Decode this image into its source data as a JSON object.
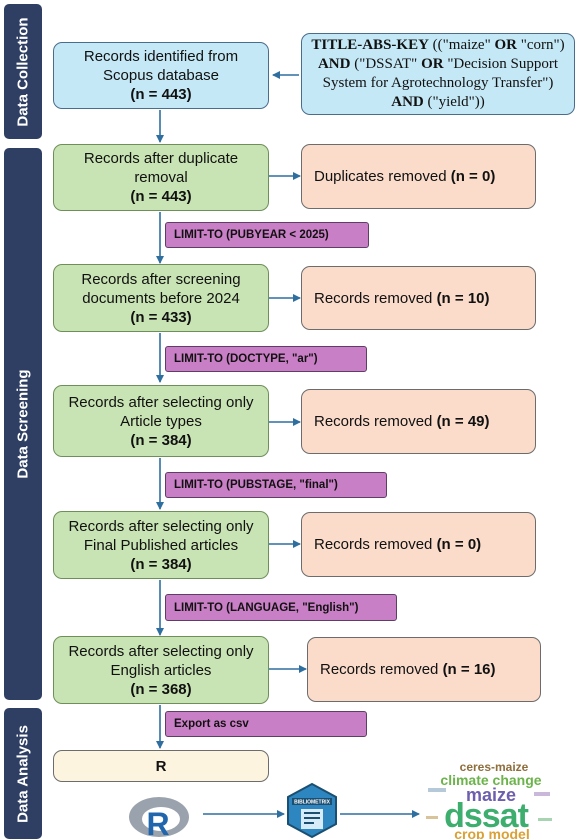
{
  "phases": {
    "collection": "Data Collection",
    "screening": "Data Screening",
    "analysis": "Data Analysis"
  },
  "identified": {
    "line1": "Records identified from",
    "line2": "Scopus database",
    "count": "(n = 443)"
  },
  "query": {
    "l1a": "TITLE-ABS-KEY",
    "l1b": " ((\"maize\" ",
    "l1c": "OR",
    "l1d": " \"corn\")",
    "l2a": "AND",
    "l2b": " (\"DSSAT\" ",
    "l2c": "OR",
    "l2d": " \"Decision Support",
    "l3": "System for Agrotechnology Transfer\")",
    "l4a": "AND",
    "l4b": " (\"yield\"))"
  },
  "steps": [
    {
      "line1": "Records after duplicate",
      "line2": "removal",
      "count": "(n = 443)",
      "removed_label": "Duplicates removed ",
      "removed_count": "(n = 0)",
      "filter": "LIMIT-TO (PUBYEAR < 2025)"
    },
    {
      "line1": "Records after screening",
      "line2": "documents before 2024",
      "count": "(n = 433)",
      "removed_label": "Records removed ",
      "removed_count": "(n = 10)",
      "filter": "LIMIT-TO (DOCTYPE, \"ar\")"
    },
    {
      "line1": "Records after selecting only",
      "line2": "Article types",
      "count": "(n = 384)",
      "removed_label": "Records removed ",
      "removed_count": "(n = 49)",
      "filter": "LIMIT-TO (PUBSTAGE, \"final\")"
    },
    {
      "line1": "Records after selecting only",
      "line2": "Final Published articles",
      "count": "(n = 384)",
      "removed_label": "Records removed ",
      "removed_count": "(n = 0)",
      "filter": "LIMIT-TO (LANGUAGE, \"English\")"
    },
    {
      "line1": "Records after selecting only",
      "line2": "English articles",
      "count": "(n = 368)",
      "removed_label": "Records removed ",
      "removed_count": "(n = 16)",
      "filter": "Export as csv"
    }
  ],
  "analysis": {
    "tool": "R",
    "r_logo": "R",
    "bibliometrix_logo": "BIBLIOMETRIX",
    "wordcloud": {
      "w1": "ceres-maize",
      "w2": "climate change",
      "w3": "maize",
      "w4": "dssat",
      "w5": "crop model"
    }
  },
  "icons": {
    "r": "r-logo-icon",
    "bibliometrix": "bibliometrix-logo-icon",
    "cloud": "wordcloud-image"
  }
}
